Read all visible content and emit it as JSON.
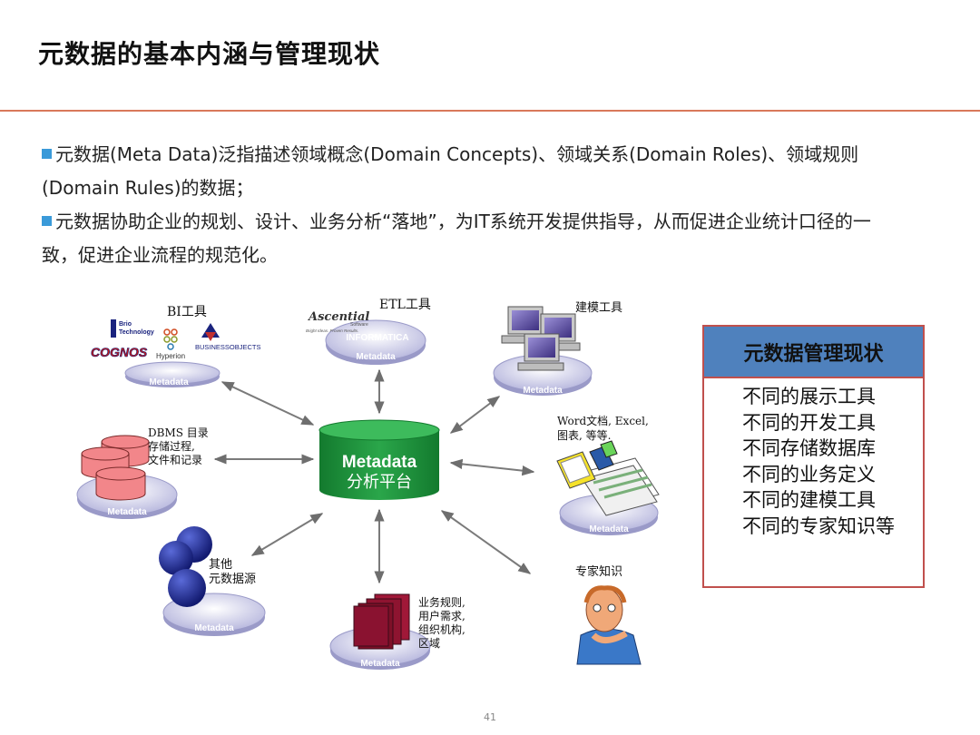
{
  "title": "元数据的基本内涵与管理现状",
  "bullets": [
    {
      "line1": "元数据(Meta Data)泛指描述领域概念(Domain Concepts)、领域关系(Domain Roles)、领域规则",
      "line2": "(Domain Rules)的数据；"
    },
    {
      "line1": "元数据协助企业的规划、设计、业务分析“落地”，为IT系统开发提供指导，从而促进企业统计口径的一",
      "line2": "致，促进企业流程的规范化。"
    }
  ],
  "diagram": {
    "center": {
      "line1": "Metadata",
      "line2": "分析平台"
    },
    "platform_label": "Metadata",
    "nodes": {
      "bi": {
        "title": "BI工具",
        "logos": {
          "brio1": "Brio",
          "brio2": "Technology",
          "hyperion": "Hyperion",
          "cognos": "COGNOS",
          "bo": "BUSINESSOBJECTS"
        }
      },
      "etl": {
        "title": "ETL工具",
        "logos": {
          "ascential": "Ascential",
          "ascential_sub": "Software",
          "tagline": "Bright Ideas. Proven Results.",
          "informatica": "INFORMATICA"
        }
      },
      "modeling": {
        "title": "建模工具"
      },
      "dbms": {
        "line1": "DBMS 目录",
        "line2": "存储过程,",
        "line3": "文件和记录"
      },
      "word": {
        "line1": "Word文档, Excel,",
        "line2": "图表, 等等."
      },
      "other": {
        "line1": "其他",
        "line2": "元数据源"
      },
      "business": {
        "line1": "业务规则,",
        "line2": "用户需求,",
        "line3": "组织机构,",
        "line4": "区域"
      },
      "expert": {
        "title": "专家知识"
      }
    }
  },
  "status_box": {
    "title": "元数据管理现状",
    "items": [
      "不同的展示工具",
      "不同的开发工具",
      "不同存储数据库",
      "不同的业务定义",
      "不同的建模工具",
      "不同的专家知识等"
    ]
  },
  "page_number": "41",
  "colors": {
    "accent_line": "#d9785a",
    "bullet": "#3a9ad9",
    "center_green": "#1e8f3a",
    "status_header": "#4f81bd",
    "status_border": "#c0504d"
  }
}
